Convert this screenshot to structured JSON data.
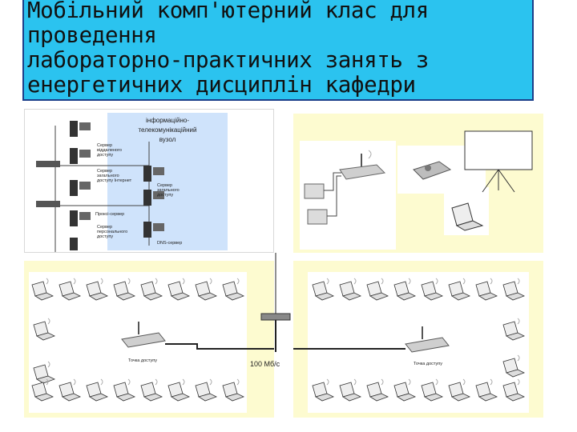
{
  "slide": {
    "title": "Мобільний комп'ютерний клас для\nпроведення\nлабораторно-практичних занять з\nенергетичних дисциплін кафедри"
  },
  "diagram_top_left": {
    "heading": [
      "інформаційно-",
      "телекомунікаційний",
      "вузол"
    ],
    "labels": {
      "server_remote_access": [
        "Сервер",
        "віддаленого",
        "доступу"
      ],
      "server_shared_internet": [
        "Сервер",
        "загального",
        "доступу Інтернет"
      ],
      "server_access": [
        "Сервер",
        "загального",
        "доступу"
      ],
      "proxy_server": "Проксі-сервер",
      "server_personal_access": [
        "Сервер",
        "персонального",
        "доступу"
      ],
      "dns_server": "DNS-сервер"
    }
  },
  "diagram_bottom": {
    "access_point_left": "Точка доступу",
    "access_point_right": "Точка доступу",
    "link_speed": "100 Мб/с"
  },
  "colors": {
    "title_bg": "#2bc3ef",
    "title_border": "#1c3f8a",
    "panel_yellow": "#fdfbd0"
  },
  "icons": [
    "server-icon",
    "monitor-icon",
    "laptop-icon",
    "printer-icon",
    "projector-icon",
    "projection-screen-icon",
    "router-icon",
    "wifi-signal-icon",
    "switch-icon"
  ]
}
